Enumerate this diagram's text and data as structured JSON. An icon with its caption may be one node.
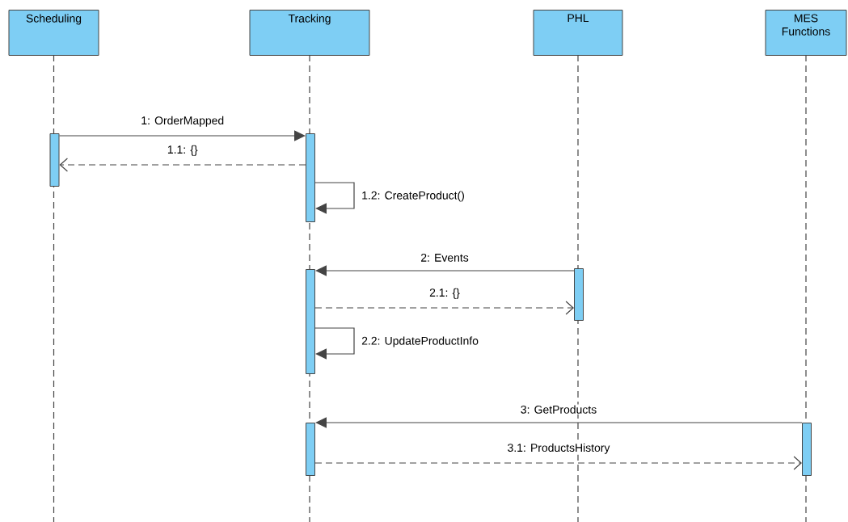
{
  "diagram": {
    "nodes": [
      {
        "text": [
          "Scheduling"
        ]
      },
      {
        "text": [
          "Tracking"
        ]
      },
      {
        "text": [
          "PHL"
        ]
      },
      {
        "text": [
          "MES Functions"
        ]
      },
      {
        "text": [],
        "shape": "bar"
      },
      {
        "text": [],
        "shape": "bar"
      },
      {
        "text": [],
        "shape": "bar"
      },
      {
        "text": [],
        "shape": "bar"
      },
      {
        "text": [],
        "shape": "bar"
      },
      {
        "text": [],
        "shape": "bar"
      }
    ],
    "edges": [
      {
        "from": 4,
        "to": 5,
        "arrow": "to",
        "label": "1: OrderMapped"
      },
      {
        "from": 5,
        "to": 4,
        "arrow": "to",
        "label": "1.1: {}",
        "style": "dashed"
      },
      {
        "from": 5,
        "to": 5,
        "arrow": "to",
        "label": "1.2: CreateProduct()"
      },
      {
        "from": 7,
        "to": 6,
        "arrow": "to",
        "label": "2: Events"
      },
      {
        "from": 6,
        "to": 7,
        "arrow": "to",
        "label": "2.1: {}",
        "style": "dashed"
      },
      {
        "from": 6,
        "to": 6,
        "arrow": "to",
        "label": "2.2: UpdateProductInfo"
      },
      {
        "from": 9,
        "to": 8,
        "arrow": "to",
        "label": "3: GetProducts"
      },
      {
        "from": 8,
        "to": 9,
        "arrow": "to",
        "label": "3.1: ProductsHistory",
        "style": "dashed"
      }
    ]
  }
}
